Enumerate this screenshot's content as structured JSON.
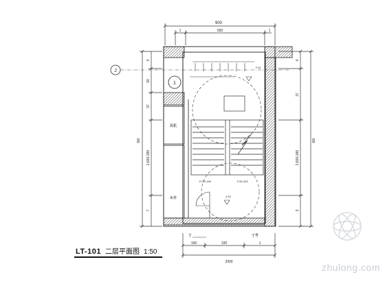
{
  "drawing": {
    "code": "LT-101",
    "title": "二层平面图",
    "scale": "1:50"
  },
  "dimensions": {
    "top_total": "900",
    "top_sub_a": "1",
    "top_sub_b": "550",
    "top_sub_c": "1",
    "left_total": "6t0",
    "left_sub_1": "4",
    "left_sub_2": "00",
    "left_sub_3": "37",
    "left_sub_4": "2,600-280",
    "left_sub_5": "7",
    "right_total": "6t0",
    "right_sub_1": "4",
    "right_sub_2": "37",
    "right_sub_3": "2,600-280",
    "right_sub_4": "3",
    "bottom_total": "3300",
    "bottom_sub_a": "100",
    "bottom_sub_b": "100",
    "bottom_sub_c": "1"
  },
  "labels": {
    "axis_bubble": "J",
    "detail_bubble": "1",
    "room_a": "风机",
    "room_b": "水井",
    "level_upper": "F.40",
    "level_mid_left": "F.OS-169",
    "level_mid_right": "FJD-42S",
    "level_lower": "4.20",
    "note_bottom_left": "丁",
    "note_bottom_right": "丁号"
  },
  "watermark": {
    "text": "zhulong.com"
  }
}
